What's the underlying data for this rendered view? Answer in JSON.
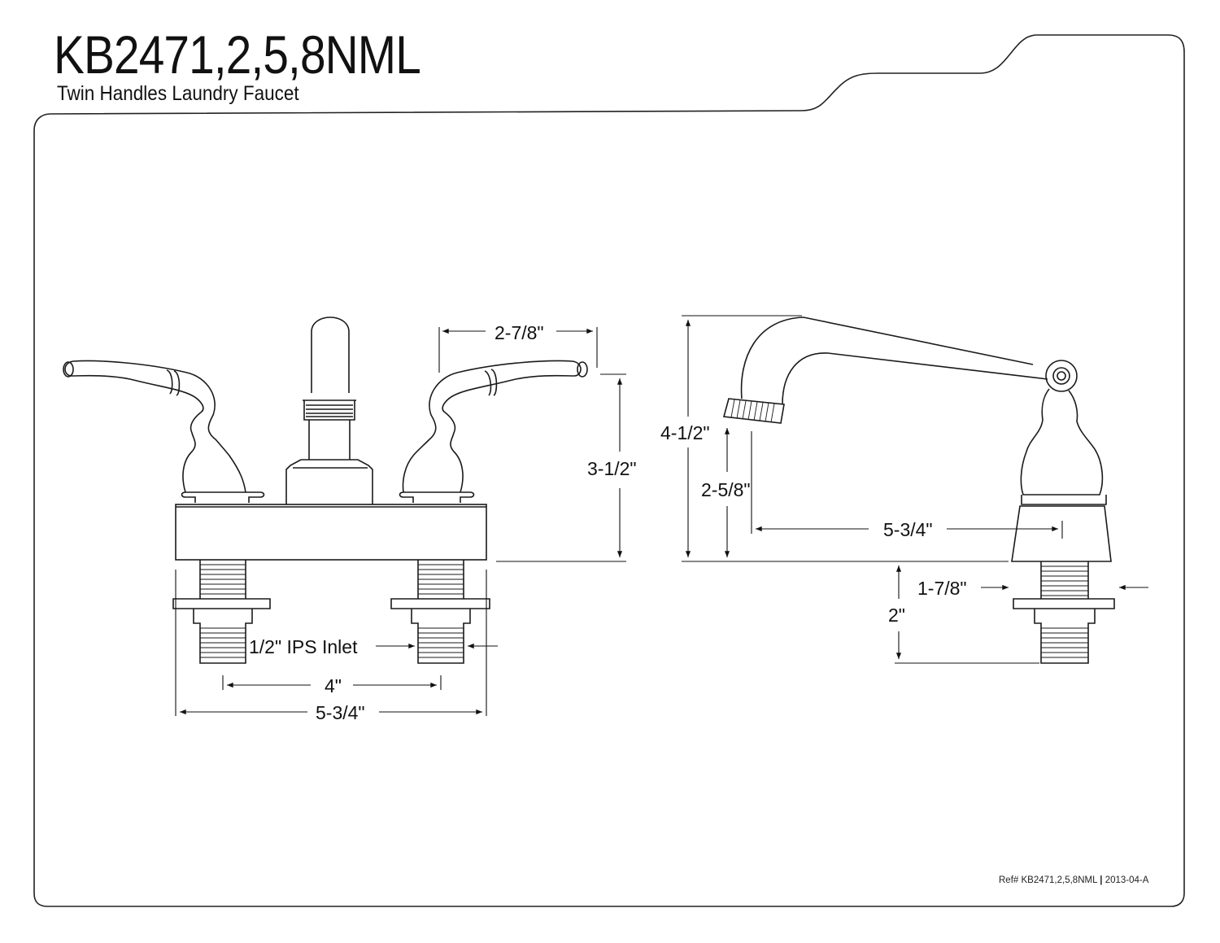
{
  "header": {
    "model": "KB2471,2,5,8NML",
    "description": "Twin Handles Laundry Faucet"
  },
  "footer": {
    "ref_label": "Ref#",
    "ref_model": "KB2471,2,5,8NML",
    "separator": "|",
    "revision": "2013-04-A"
  },
  "front_view": {
    "spread_handle": "2-7/8\"",
    "height": "3-1/2\"",
    "inlet": "1/2\" IPS Inlet",
    "center": "4\"",
    "width": "5-3/4\""
  },
  "side_view": {
    "total_height": "4-1/2\"",
    "spout_height": "2-5/8\"",
    "reach": "5-3/4\"",
    "shank_depth": "1-7/8\"",
    "shank_length": "2\""
  },
  "colors": {
    "line": "#1a1a1a",
    "background": "#ffffff"
  }
}
